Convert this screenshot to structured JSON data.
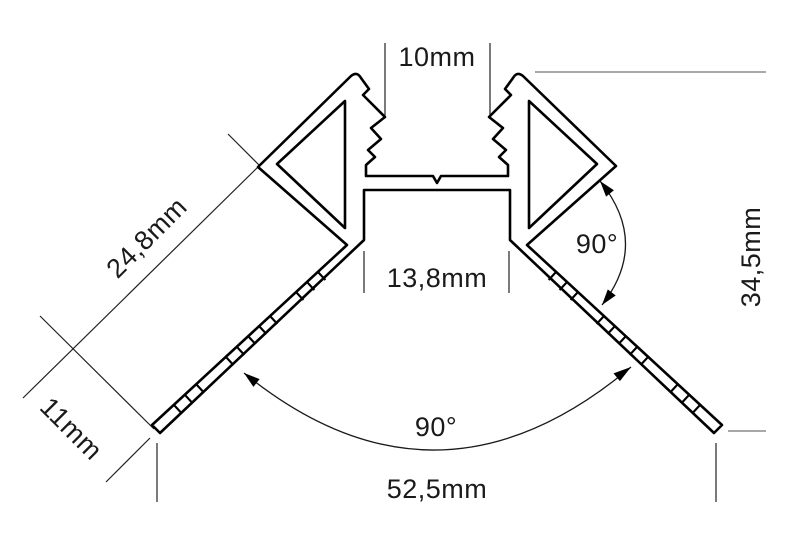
{
  "labels": {
    "top_width": "10mm",
    "channel_width": "13,8mm",
    "diagonal_face": "24,8mm",
    "flange": "11mm",
    "height": "34,5mm",
    "overall_width": "52,5mm",
    "angle_right": "90°",
    "angle_bottom": "90°"
  },
  "colors": {
    "outline": "#000000",
    "dimension_lines": "#222222",
    "extension_gray": "#8c8c8c",
    "text": "#1a1a1a",
    "background": "#ffffff"
  }
}
